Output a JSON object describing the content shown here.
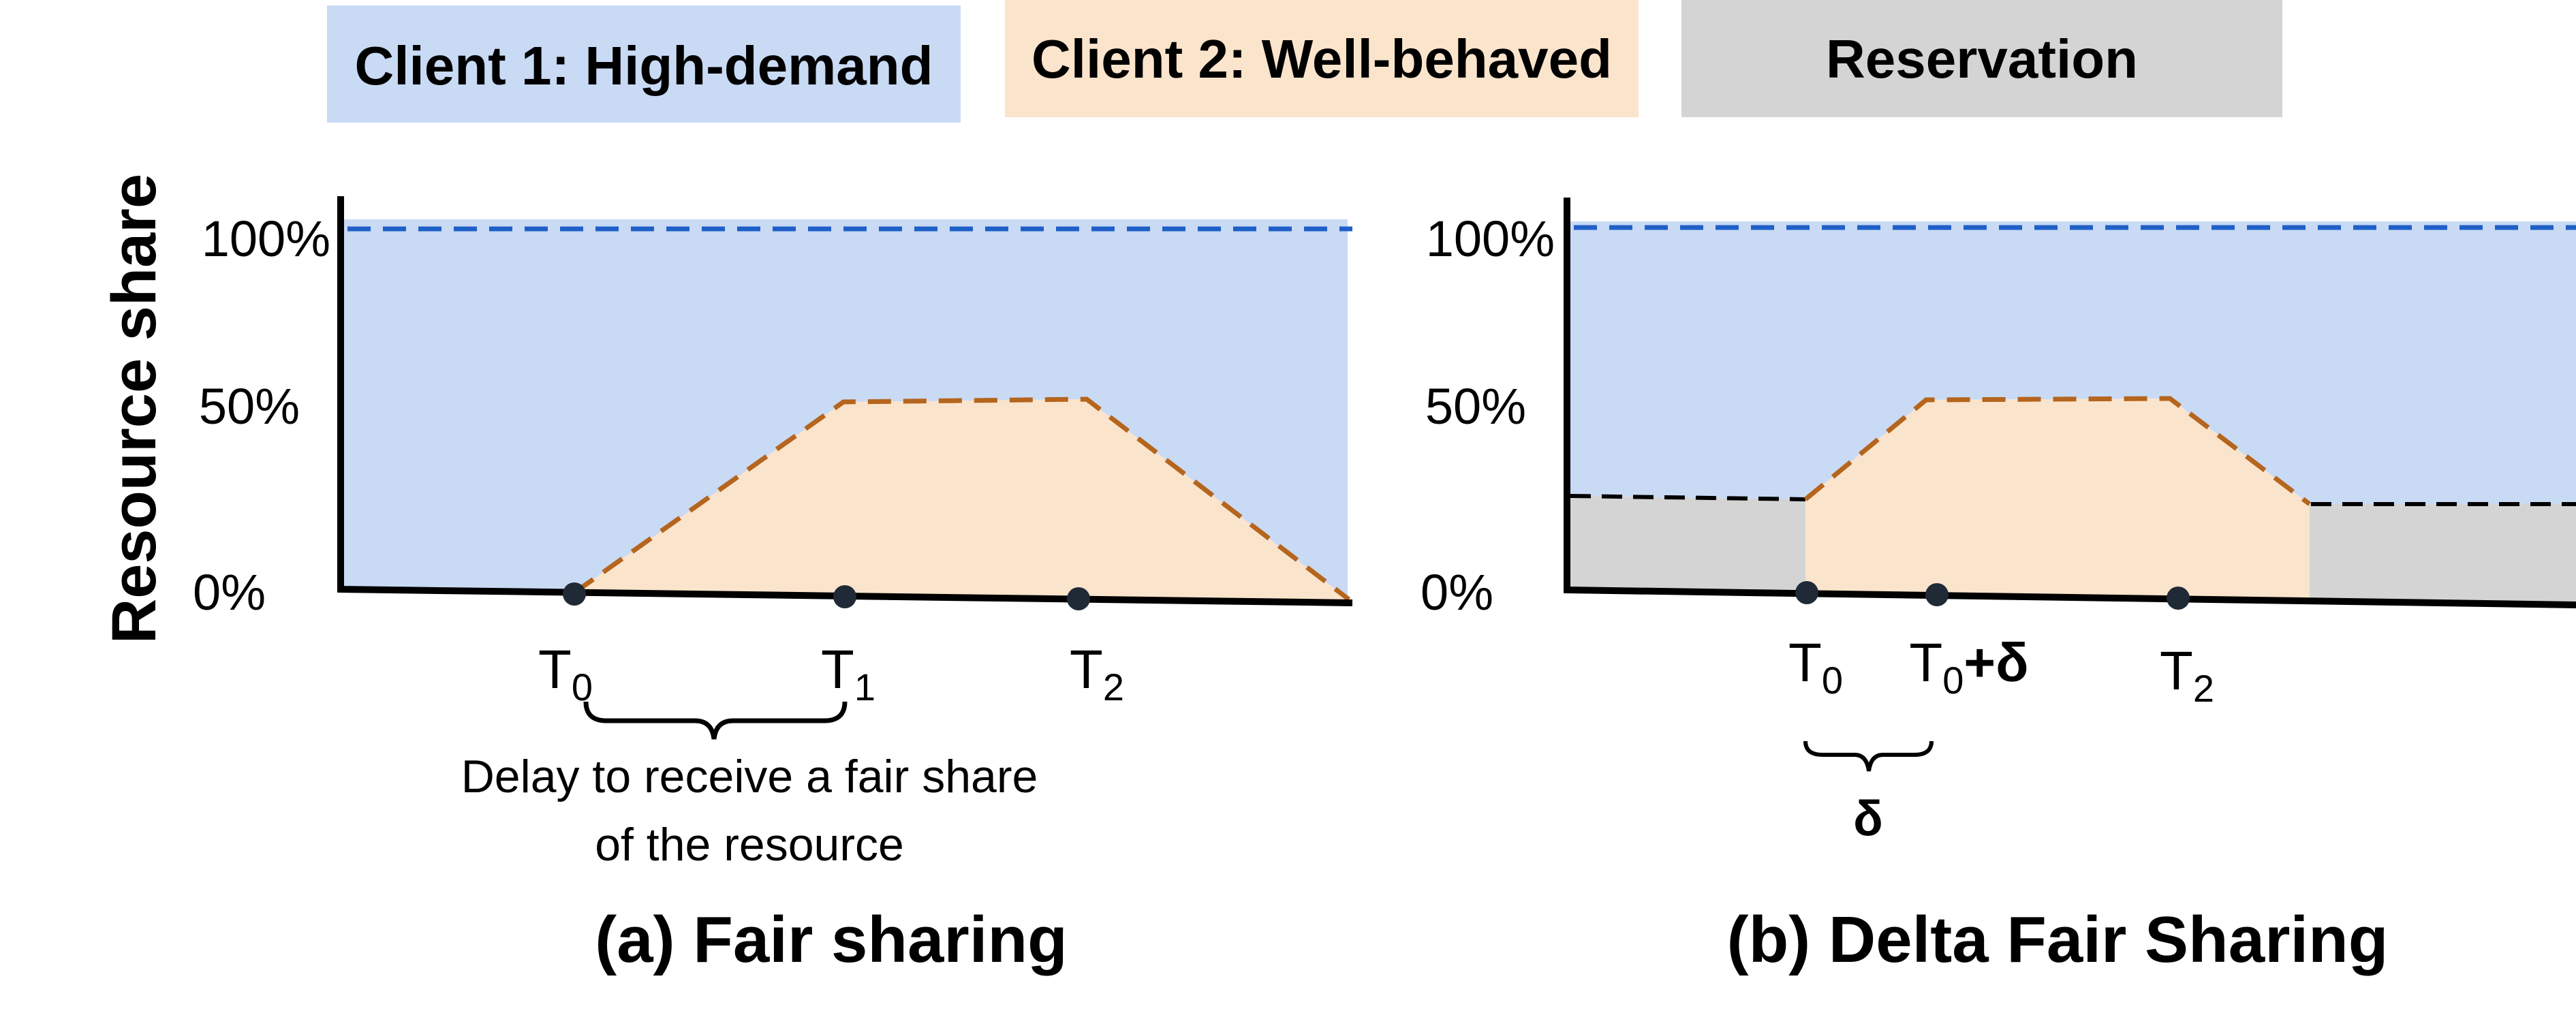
{
  "legend": {
    "client1": {
      "label": "Client 1: High-demand",
      "color": "#c9daf4"
    },
    "client2": {
      "label": "Client 2: Well-behaved",
      "color": "#fbe4cc"
    },
    "reservation": {
      "label": "Reservation",
      "color": "#d4d4d4"
    }
  },
  "y_axis": {
    "label": "Resource share",
    "ticks": [
      "100%",
      "50%",
      "0%"
    ]
  },
  "panel_a": {
    "caption": "(a) Fair sharing",
    "markers": {
      "t0": "T",
      "t0_sub": "0",
      "t1": "T",
      "t1_sub": "1",
      "t2": "T",
      "t2_sub": "2"
    },
    "brace_note_line1": "Delay to receive a fair share",
    "brace_note_line2": "of the resource"
  },
  "panel_b": {
    "caption": "(b) Delta Fair Sharing",
    "markers": {
      "t0": "T",
      "t0_sub": "0",
      "t0d": "T",
      "t0d_sub": "0",
      "t0d_suffix": "+δ",
      "t2": "T",
      "t2_sub": "2"
    },
    "brace_note": "δ"
  },
  "colors": {
    "capacity_line": "#1f5fc8",
    "client2_line": "#b5651d",
    "reservation_line": "#000000",
    "axis": "#000000",
    "marker_fill": "#1f2a36"
  }
}
